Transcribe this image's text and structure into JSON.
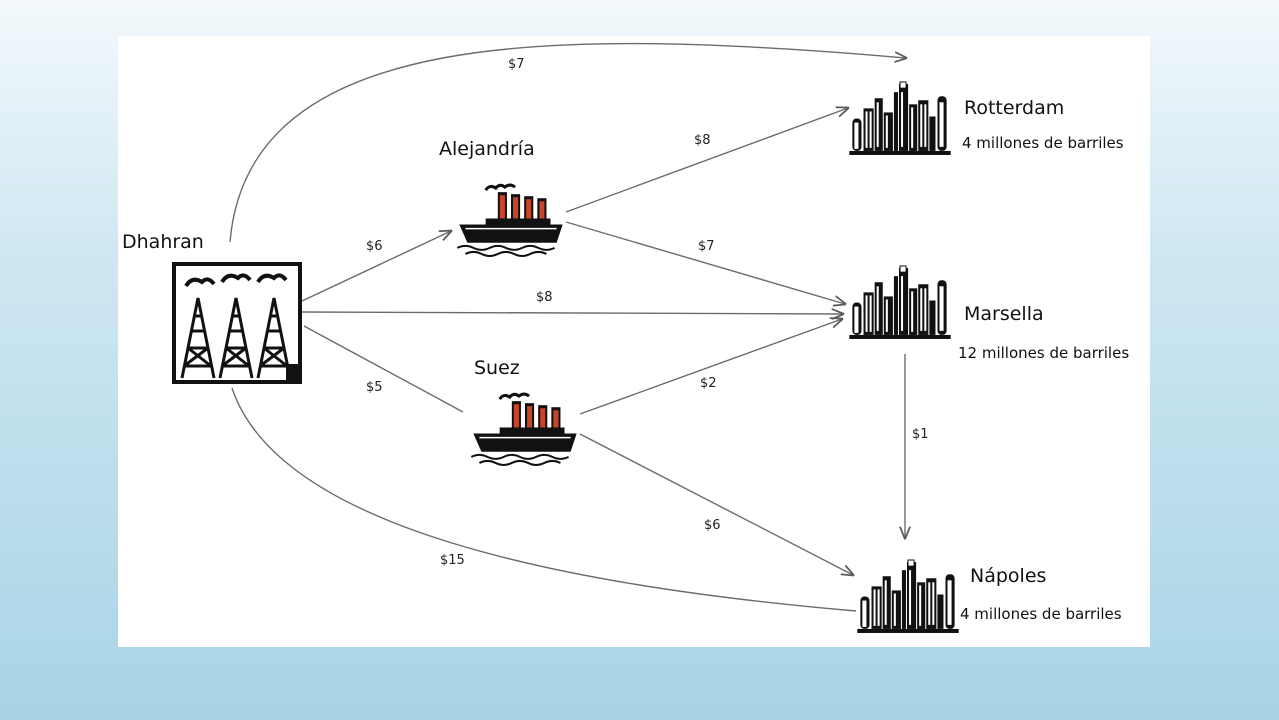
{
  "nodes": {
    "dhahran": {
      "name": "Dhahran"
    },
    "alejandria": {
      "name": "Alejandría"
    },
    "suez": {
      "name": "Suez"
    },
    "rotterdam": {
      "name": "Rotterdam",
      "demand": "4 millones de barriles"
    },
    "marsella": {
      "name": "Marsella",
      "demand": "12 millones de barriles"
    },
    "napoles": {
      "name": "Nápoles",
      "demand": "4 millones de barriles"
    }
  },
  "edges": [
    {
      "from": "Dhahran",
      "to": "Rotterdam",
      "cost": "$7"
    },
    {
      "from": "Dhahran",
      "to": "Alejandría",
      "cost": "$6"
    },
    {
      "from": "Dhahran",
      "to": "Marsella",
      "cost": "$8"
    },
    {
      "from": "Dhahran",
      "to": "Suez",
      "cost": "$5"
    },
    {
      "from": "Dhahran",
      "to": "Nápoles",
      "cost": "$15"
    },
    {
      "from": "Alejandría",
      "to": "Rotterdam",
      "cost": "$8"
    },
    {
      "from": "Alejandría",
      "to": "Marsella",
      "cost": "$7"
    },
    {
      "from": "Suez",
      "to": "Marsella",
      "cost": "$2"
    },
    {
      "from": "Suez",
      "to": "Nápoles",
      "cost": "$6"
    },
    {
      "from": "Marsella",
      "to": "Nápoles",
      "cost": "$1"
    }
  ],
  "icons": {
    "source": "oil-derricks-icon",
    "transit": "steamship-icon",
    "destination": "city-skyline-icon"
  },
  "colors": {
    "edge": "#6b6b6b",
    "ship_funnel": "#c8442a",
    "ink": "#111111"
  }
}
